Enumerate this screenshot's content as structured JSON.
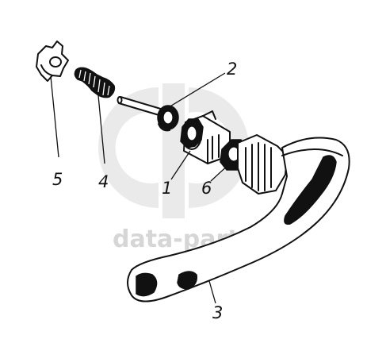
{
  "watermark": {
    "text": "data-parts",
    "color": "#cfcfcf"
  },
  "callouts": [
    {
      "id": "1",
      "label": "1"
    },
    {
      "id": "2",
      "label": "2"
    },
    {
      "id": "3",
      "label": "3"
    },
    {
      "id": "4",
      "label": "4"
    },
    {
      "id": "5",
      "label": "5"
    },
    {
      "id": "6",
      "label": "6"
    }
  ],
  "colors": {
    "ink": "#111111",
    "background": "#ffffff"
  }
}
